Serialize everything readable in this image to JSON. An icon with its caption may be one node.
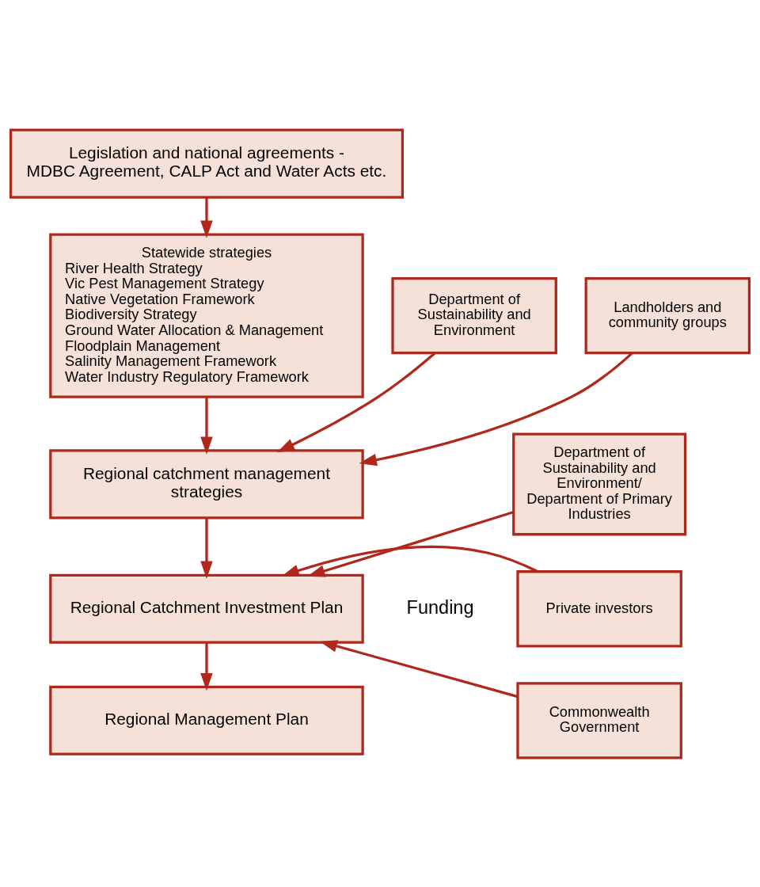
{
  "diagram": {
    "nodes": [
      {
        "text": [
          "Legislation and national agreements -",
          "MDBC Agreement, CALP Act and Water Acts etc."
        ]
      },
      {
        "text": [
          "Department of Sustainability and Environment"
        ]
      },
      {
        "text": [
          "Statewide strategies",
          "River Health Strategy",
          "Vic Pest Management Strategy",
          "Native Vegetation Framework",
          "Biodiversity Strategy",
          "Ground Water Allocation & Management",
          "Floodplain Management",
          "Salinity Management Framework",
          "Water Industry Regulatory Framework"
        ]
      },
      {
        "text": [
          "Landholders and community groups"
        ]
      },
      {
        "text": [
          "Department of Sustainability and Environment/ Department of Primary Industries"
        ]
      },
      {
        "text": [
          "Regional catchment management strategies"
        ]
      },
      {
        "text": [
          "Private investors"
        ]
      },
      {
        "text": [
          "Regional Catchment Investment Plan"
        ]
      },
      {
        "text": [
          "Commonwealth Government"
        ]
      },
      {
        "text": [
          "Regional Management Plan"
        ]
      }
    ],
    "edges": [
      {
        "from": 0,
        "to": 2,
        "arrow": "to"
      },
      {
        "from": 2,
        "to": 5,
        "arrow": "to"
      },
      {
        "from": 1,
        "to": 5,
        "arrow": "to"
      },
      {
        "from": 3,
        "to": 5,
        "arrow": "to"
      },
      {
        "from": 5,
        "to": 7,
        "arrow": "to"
      },
      {
        "from": 4,
        "to": 7,
        "arrow": "to"
      },
      {
        "from": 6,
        "to": 7,
        "arrow": "to"
      },
      {
        "from": 8,
        "to": 7,
        "arrow": "to"
      },
      {
        "from": 7,
        "to": 9,
        "arrow": "to"
      }
    ],
    "labels": [
      "Funding"
    ]
  }
}
